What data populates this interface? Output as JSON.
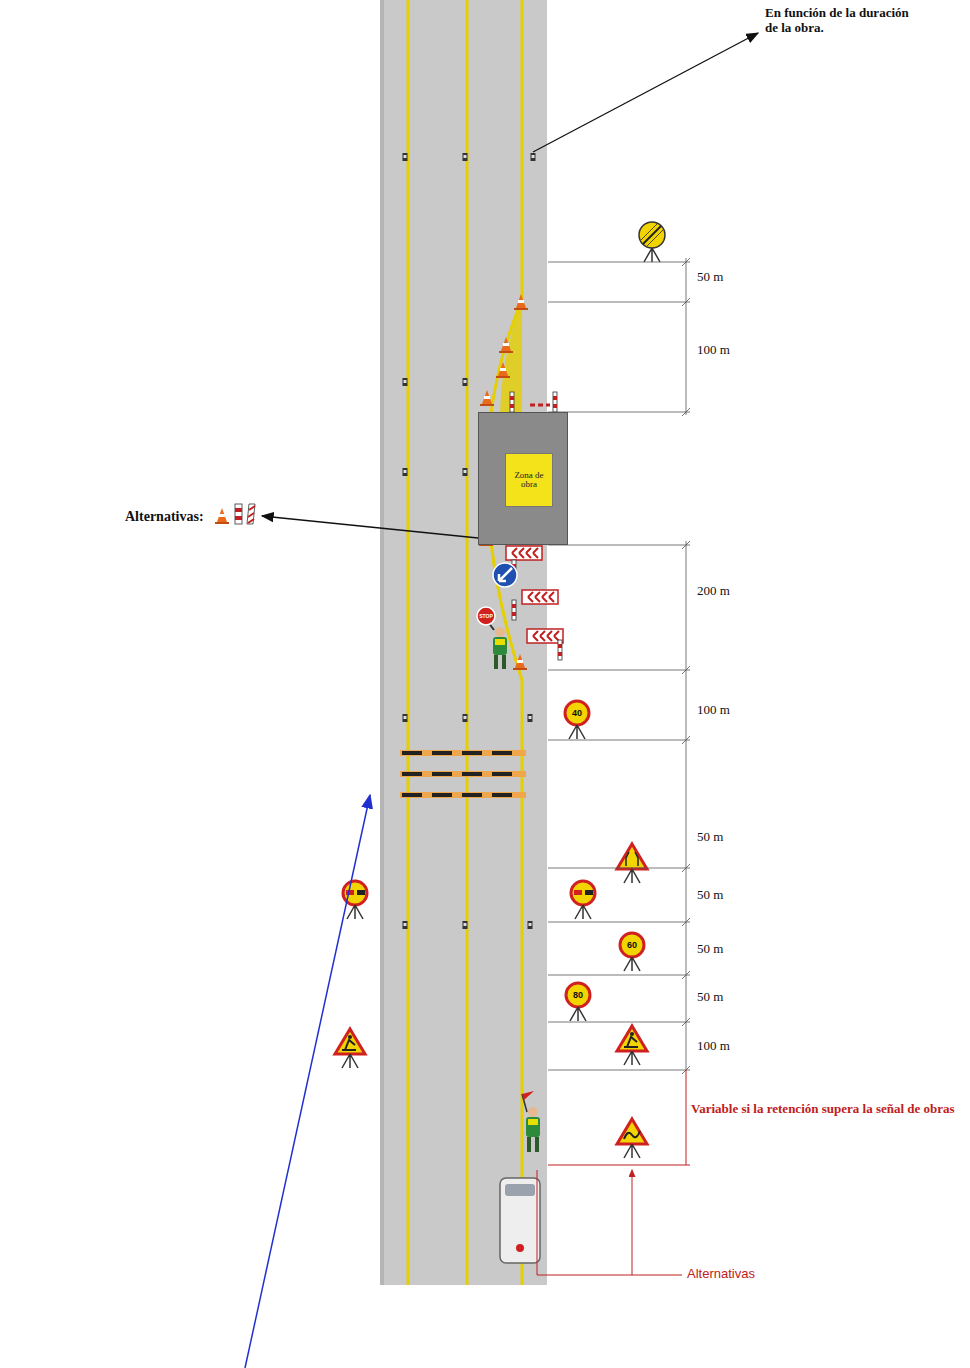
{
  "diagram": {
    "nodes": [
      {
        "text": [
          "Zona de obra"
        ]
      }
    ],
    "labels": [
      "En función de la duración de la obra.",
      "50 m",
      "100 m",
      "Alternativas:",
      "200 m",
      "STOP",
      "40",
      "100 m",
      "50 m",
      "50 m",
      "60",
      "50 m",
      "80",
      "50 m",
      "100 m",
      "Variable si la retención supera la señal de obras",
      "Alternativas"
    ]
  }
}
